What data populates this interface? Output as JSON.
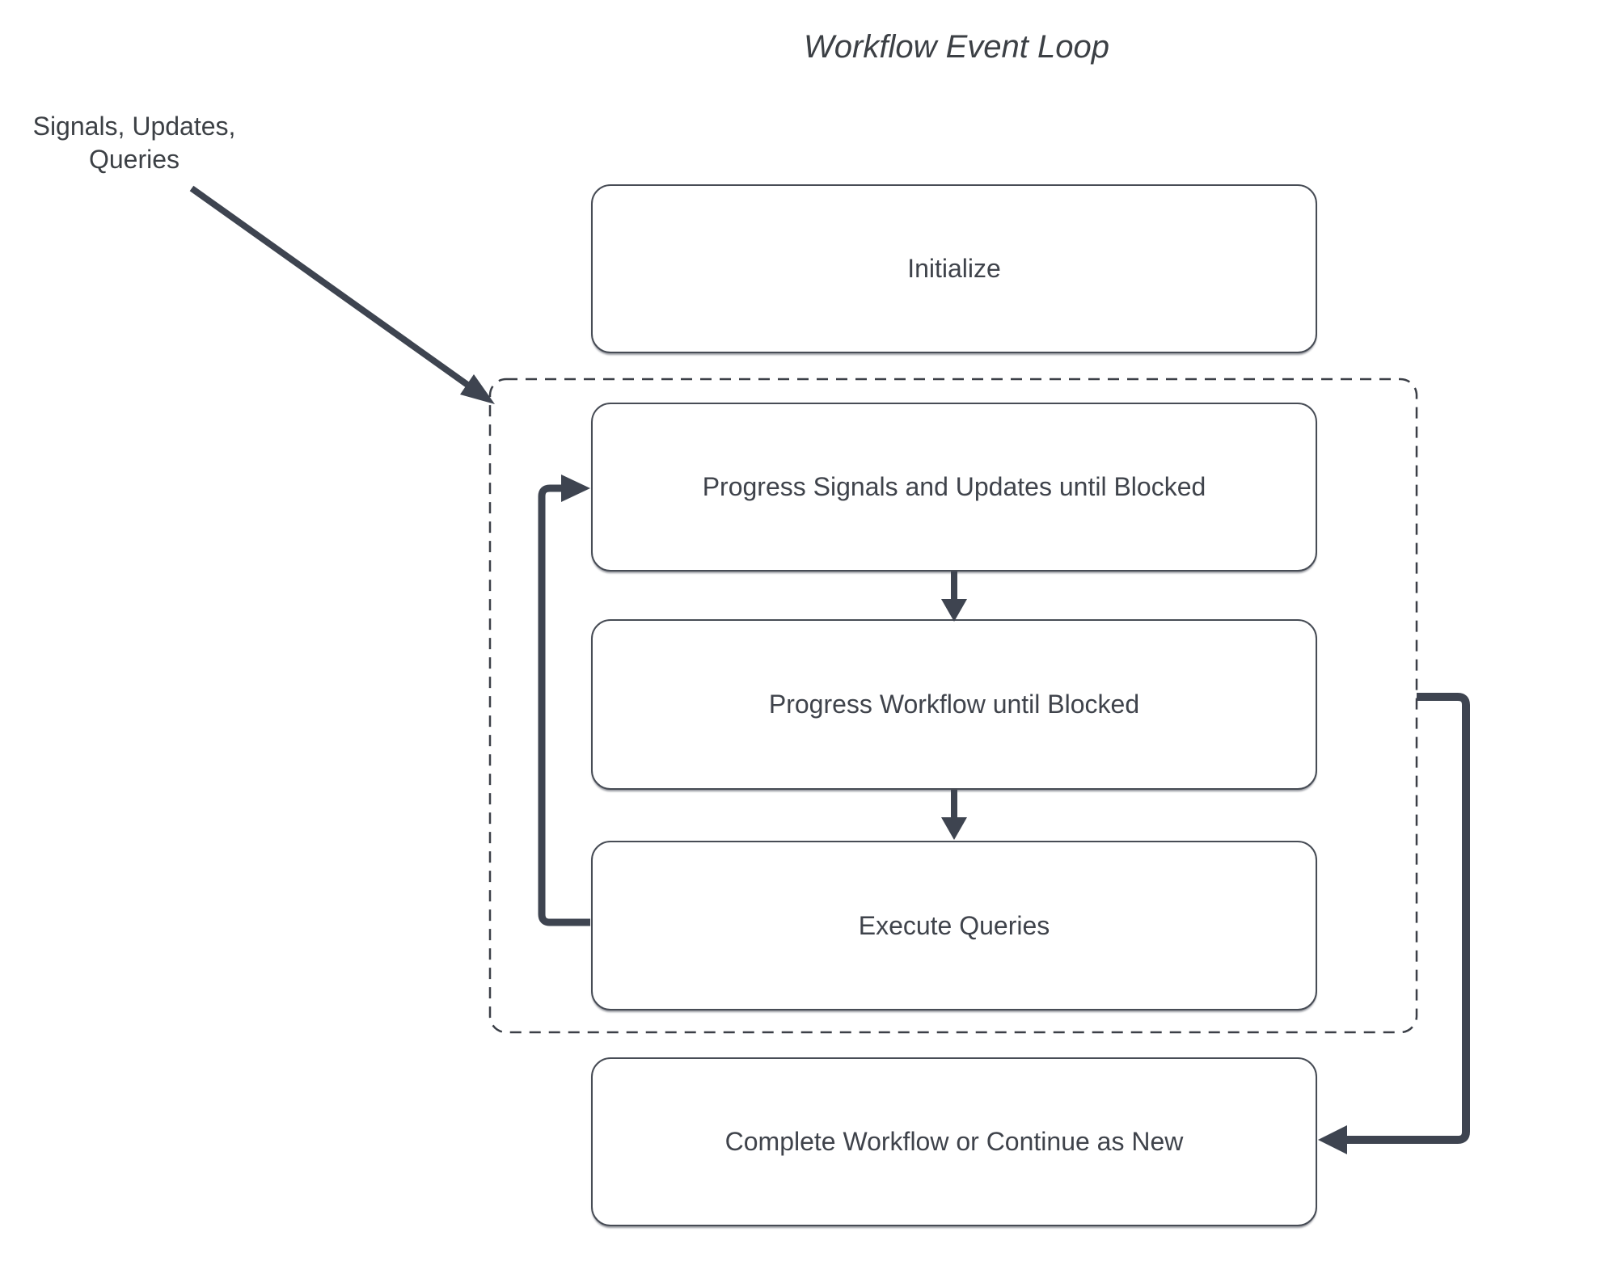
{
  "title": "Workflow Event Loop",
  "annotation": {
    "line1": "Signals, Updates,",
    "line2": "Queries"
  },
  "nodes": {
    "initialize": {
      "label": "Initialize"
    },
    "progress_signals": {
      "label": "Progress Signals and Updates until Blocked"
    },
    "progress_workflow": {
      "label": "Progress Workflow until Blocked"
    },
    "execute_queries": {
      "label": "Execute Queries"
    },
    "complete_workflow": {
      "label": "Complete Workflow or Continue as New"
    }
  },
  "colors": {
    "line": "#3e4450",
    "box_border": "#474c55",
    "dashed_border": "#3b3f47",
    "text": "#3f434b",
    "background": "#ffffff"
  }
}
